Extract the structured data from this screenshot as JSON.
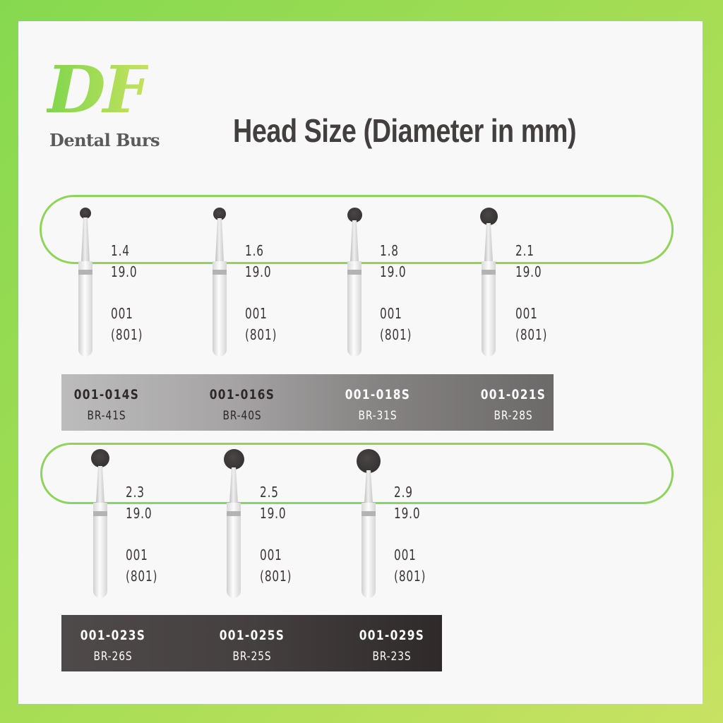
{
  "brand": {
    "logo_mark": "DF",
    "logo_subtitle": "Dental Burs",
    "accent_colors": [
      "#86d94f",
      "#c8e262"
    ]
  },
  "title": "Head Size (Diameter in mm)",
  "rows": [
    {
      "burs": [
        {
          "head_diameter": "1.4",
          "length": "19.0",
          "shape_code": "001",
          "iso_code": "(801)",
          "product_code": "001-014S",
          "ref_code": "BR-41S"
        },
        {
          "head_diameter": "1.6",
          "length": "19.0",
          "shape_code": "001",
          "iso_code": "(801)",
          "product_code": "001-016S",
          "ref_code": "BR-40S"
        },
        {
          "head_diameter": "1.8",
          "length": "19.0",
          "shape_code": "001",
          "iso_code": "(801)",
          "product_code": "001-018S",
          "ref_code": "BR-31S"
        },
        {
          "head_diameter": "2.1",
          "length": "19.0",
          "shape_code": "001",
          "iso_code": "(801)",
          "product_code": "001-021S",
          "ref_code": "BR-28S"
        }
      ]
    },
    {
      "burs": [
        {
          "head_diameter": "2.3",
          "length": "19.0",
          "shape_code": "001",
          "iso_code": "(801)",
          "product_code": "001-023S",
          "ref_code": "BR-26S"
        },
        {
          "head_diameter": "2.5",
          "length": "19.0",
          "shape_code": "001",
          "iso_code": "(801)",
          "product_code": "001-025S",
          "ref_code": "BR-25S"
        },
        {
          "head_diameter": "2.9",
          "length": "19.0",
          "shape_code": "001",
          "iso_code": "(801)",
          "product_code": "001-029S",
          "ref_code": "BR-23S"
        }
      ]
    }
  ]
}
